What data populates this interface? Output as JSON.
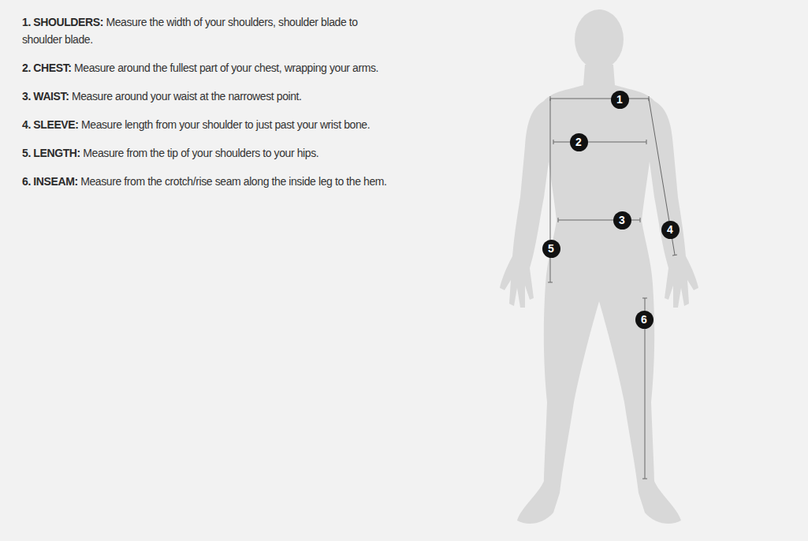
{
  "diagram": {
    "nodes": [
      {
        "text": [
          "1"
        ]
      },
      {
        "text": [
          "2"
        ]
      },
      {
        "text": [
          "3"
        ]
      },
      {
        "text": [
          "4"
        ]
      },
      {
        "text": [
          "5"
        ]
      },
      {
        "text": [
          "6"
        ]
      }
    ],
    "labels": [
      "1. SHOULDERS:",
      "Measure the width of your shoulders, shoulder blade to shoulder blade.",
      "2. CHEST:",
      "Measure around the fullest part of your chest, wrapping your arms.",
      "3. WAIST:",
      "Measure around your waist at the narrowest point.",
      "4. SLEEVE:",
      "Measure length from your shoulder to just past your wrist bone.",
      "5. LENGTH:",
      "Measure from the tip of your shoulders to your hips.",
      "6. INSEAM:",
      "Measure from the crotch/rise seam along the inside leg to the hem."
    ]
  }
}
